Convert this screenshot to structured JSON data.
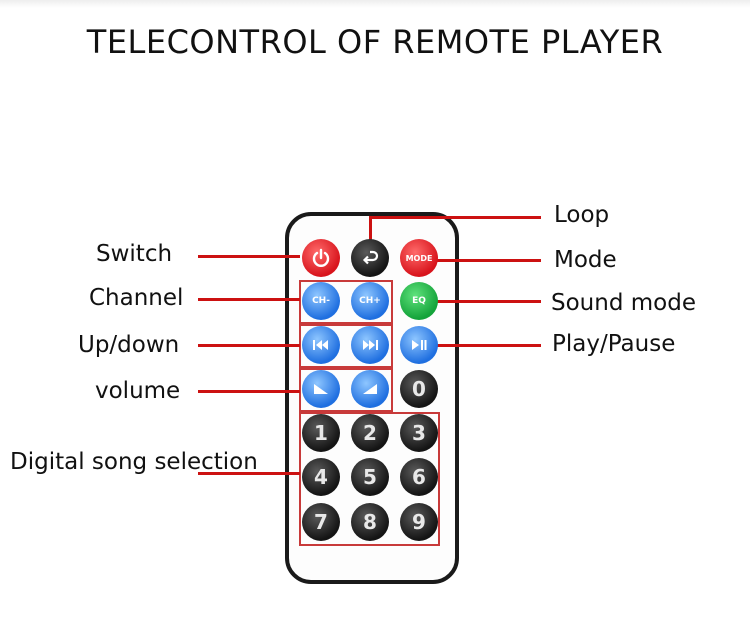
{
  "title": "TELECONTROL OF REMOTE PLAYER",
  "left_labels": {
    "switch": "Switch",
    "channel": "Channel",
    "updown": "Up/down",
    "volume": "volume",
    "digital": "Digital song selection"
  },
  "right_labels": {
    "loop": "Loop",
    "mode": "Mode",
    "sound_mode": "Sound mode",
    "play_pause": "Play/Pause"
  },
  "buttons": {
    "mode": "MODE",
    "ch_minus": "CH-",
    "ch_plus": "CH+",
    "eq": "EQ",
    "digits": [
      "0",
      "1",
      "2",
      "3",
      "4",
      "5",
      "6",
      "7",
      "8",
      "9"
    ]
  },
  "colors": {
    "accent_line": "#cc1111",
    "red_button": "#d8141c",
    "blue_button": "#1f6fe0",
    "green_button": "#14a33a",
    "dark_button": "#141414"
  },
  "icons": {
    "power": "power-icon",
    "loop": "loop-arrow-icon",
    "prev": "previous-track-icon",
    "next": "next-track-icon",
    "play_pause": "play-pause-icon",
    "vol_down": "volume-down-icon",
    "vol_up": "volume-up-icon"
  }
}
